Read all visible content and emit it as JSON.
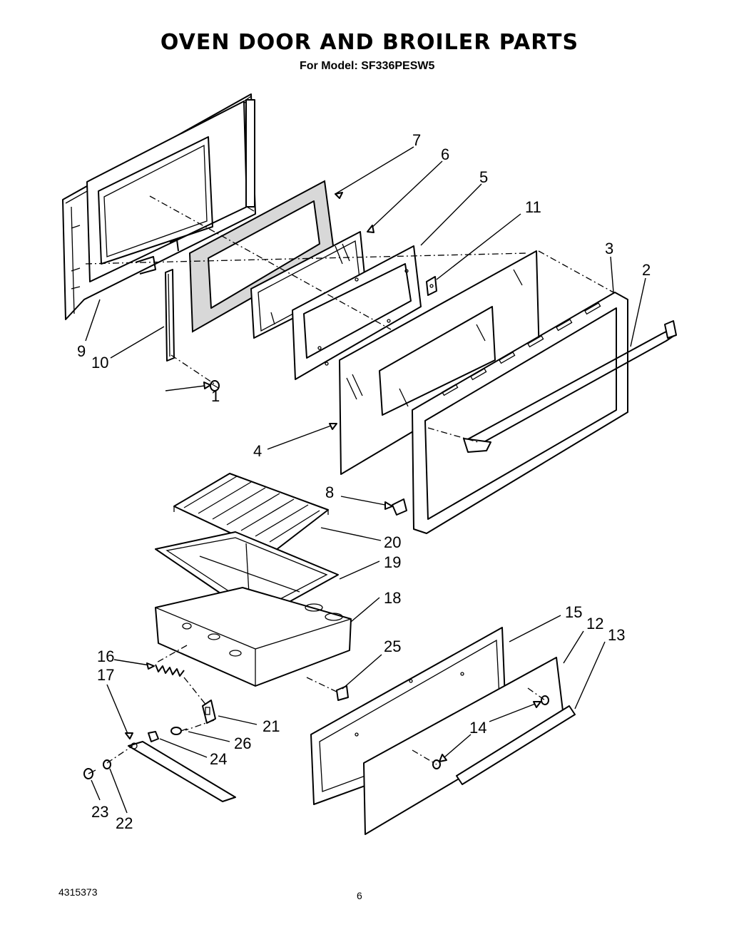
{
  "header": {
    "title": "OVEN DOOR AND BROILER PARTS",
    "subtitle": "For Model: SF336PESW5"
  },
  "footer": {
    "doc_number": "4315373",
    "page_number": "6"
  },
  "callouts": [
    {
      "id": "c1",
      "label": "1"
    },
    {
      "id": "c2",
      "label": "2"
    },
    {
      "id": "c3",
      "label": "3"
    },
    {
      "id": "c4",
      "label": "4"
    },
    {
      "id": "c5",
      "label": "5"
    },
    {
      "id": "c6",
      "label": "6"
    },
    {
      "id": "c7",
      "label": "7"
    },
    {
      "id": "c8",
      "label": "8"
    },
    {
      "id": "c9",
      "label": "9"
    },
    {
      "id": "c10",
      "label": "10"
    },
    {
      "id": "c11",
      "label": "11"
    },
    {
      "id": "c12",
      "label": "12"
    },
    {
      "id": "c13",
      "label": "13"
    },
    {
      "id": "c14",
      "label": "14"
    },
    {
      "id": "c15",
      "label": "15"
    },
    {
      "id": "c16",
      "label": "16"
    },
    {
      "id": "c17",
      "label": "17"
    },
    {
      "id": "c18",
      "label": "18"
    },
    {
      "id": "c19",
      "label": "19"
    },
    {
      "id": "c20",
      "label": "20"
    },
    {
      "id": "c21",
      "label": "21"
    },
    {
      "id": "c22",
      "label": "22"
    },
    {
      "id": "c23",
      "label": "23"
    },
    {
      "id": "c24",
      "label": "24"
    },
    {
      "id": "c25",
      "label": "25"
    },
    {
      "id": "c26",
      "label": "26"
    }
  ]
}
